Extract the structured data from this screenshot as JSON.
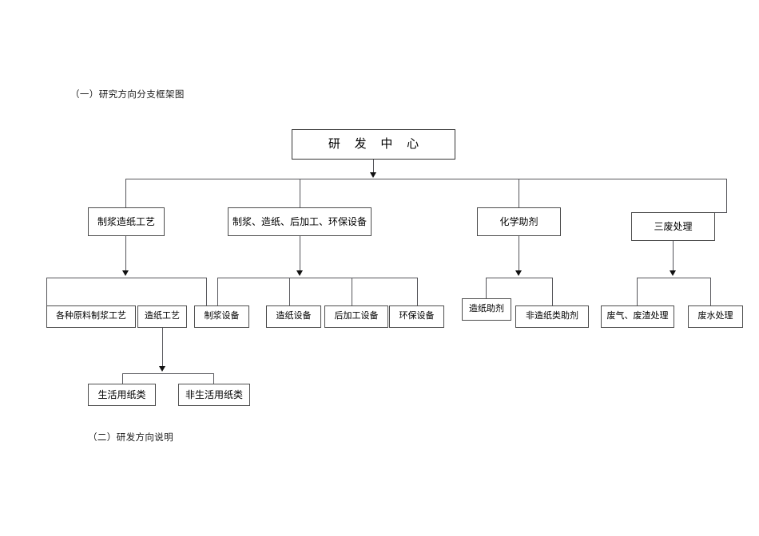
{
  "document": {
    "heading_top": "（一）研究方向分支框架图",
    "heading_bottom": "（二）研发方向说明"
  },
  "chart_data": {
    "type": "diagram",
    "diagram_kind": "organizational-tree",
    "title": "（一）研究方向分支框架图",
    "orientation": "top-down",
    "connector_style": "bus-bar with downward arrowheads",
    "levels": 4,
    "root": "研 发 中 心",
    "nodes": [
      {
        "id": "root",
        "label": "研 发 中 心",
        "level": 1,
        "parent": null
      },
      {
        "id": "b1",
        "label": "制浆造纸工艺",
        "level": 2,
        "parent": "root"
      },
      {
        "id": "b2",
        "label": "制浆、造纸、后加工、环保设备",
        "level": 2,
        "parent": "root"
      },
      {
        "id": "b3",
        "label": "化学助剂",
        "level": 2,
        "parent": "root"
      },
      {
        "id": "b4",
        "label": "三废处理",
        "level": 2,
        "parent": "root"
      },
      {
        "id": "c1",
        "label": "各种原料制浆工艺",
        "level": 3,
        "parent": "b1"
      },
      {
        "id": "c2",
        "label": "造纸工艺",
        "level": 3,
        "parent": "b1"
      },
      {
        "id": "c3",
        "label": "制浆设备",
        "level": 3,
        "parent": "b2"
      },
      {
        "id": "c4",
        "label": "造纸设备",
        "level": 3,
        "parent": "b2"
      },
      {
        "id": "c5",
        "label": "后加工设备",
        "level": 3,
        "parent": "b2"
      },
      {
        "id": "c6",
        "label": "环保设备",
        "level": 3,
        "parent": "b2"
      },
      {
        "id": "c7",
        "label": "造纸助剂",
        "level": 3,
        "parent": "b3"
      },
      {
        "id": "c8",
        "label": "非造纸类助剂",
        "level": 3,
        "parent": "b3"
      },
      {
        "id": "c9",
        "label": "废气、废渣处理",
        "level": 3,
        "parent": "b4"
      },
      {
        "id": "c10",
        "label": "废水处理",
        "level": 3,
        "parent": "b4"
      },
      {
        "id": "d1",
        "label": "生活用纸类",
        "level": 4,
        "parent": "c2"
      },
      {
        "id": "d2",
        "label": "非生活用纸类",
        "level": 4,
        "parent": "c2"
      }
    ],
    "colors": {
      "box_border": "#4d4d4d",
      "connector": "#55555a",
      "arrowhead": "#111111",
      "background": "#ffffff",
      "text": "#000000"
    }
  }
}
